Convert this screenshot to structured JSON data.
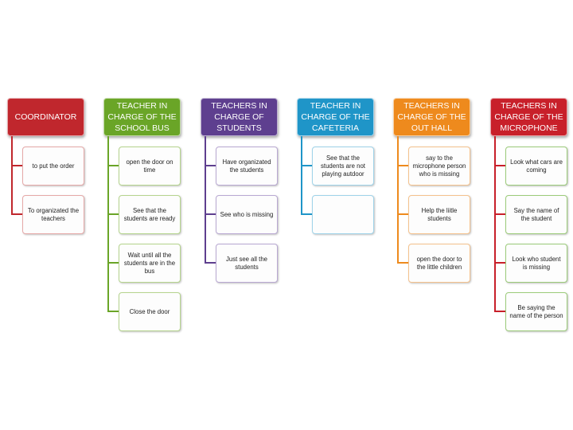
{
  "columns": [
    {
      "header": "COORDINATOR",
      "color": "#c0272d",
      "border": "#e6a9a8",
      "items": [
        "to put the order",
        "To organizated the teachers"
      ]
    },
    {
      "header": "TEACHER IN CHARGE OF THE SCHOOL BUS",
      "color": "#6aa527",
      "border": "#b6d58e",
      "items": [
        "open the door on time",
        "See that the students are ready",
        "Wait until all the students are in the bus",
        "Close the door"
      ]
    },
    {
      "header": "TEACHERS IN CHARGE OF STUDENTS",
      "color": "#5e3f8f",
      "border": "#b9a9d3",
      "items": [
        "Have organizated the students",
        "See who is missing",
        "Just see all the students"
      ]
    },
    {
      "header": "TEACHER IN CHARGE OF  THE CAFETERIA",
      "color": "#1f95c8",
      "border": "#9fd3e9",
      "items": [
        "See that the students are not playing autdoor",
        ""
      ]
    },
    {
      "header": "TEACHERS IN CHARGE OF THE OUT HALL",
      "color": "#ee8a1d",
      "border": "#f5c28d",
      "items": [
        "say to the microphone person who is missing",
        "Help the liitle students",
        "open the door to the little children"
      ]
    },
    {
      "header": "TEACHERS IN CHARGE OF THE MICROPHONE",
      "color": "#c8202a",
      "border": "#9ccc7a",
      "items": [
        "Look  what cars are coming",
        "Say the name of the student",
        "Look who student is missing",
        "Be saying the name of the person"
      ]
    }
  ]
}
